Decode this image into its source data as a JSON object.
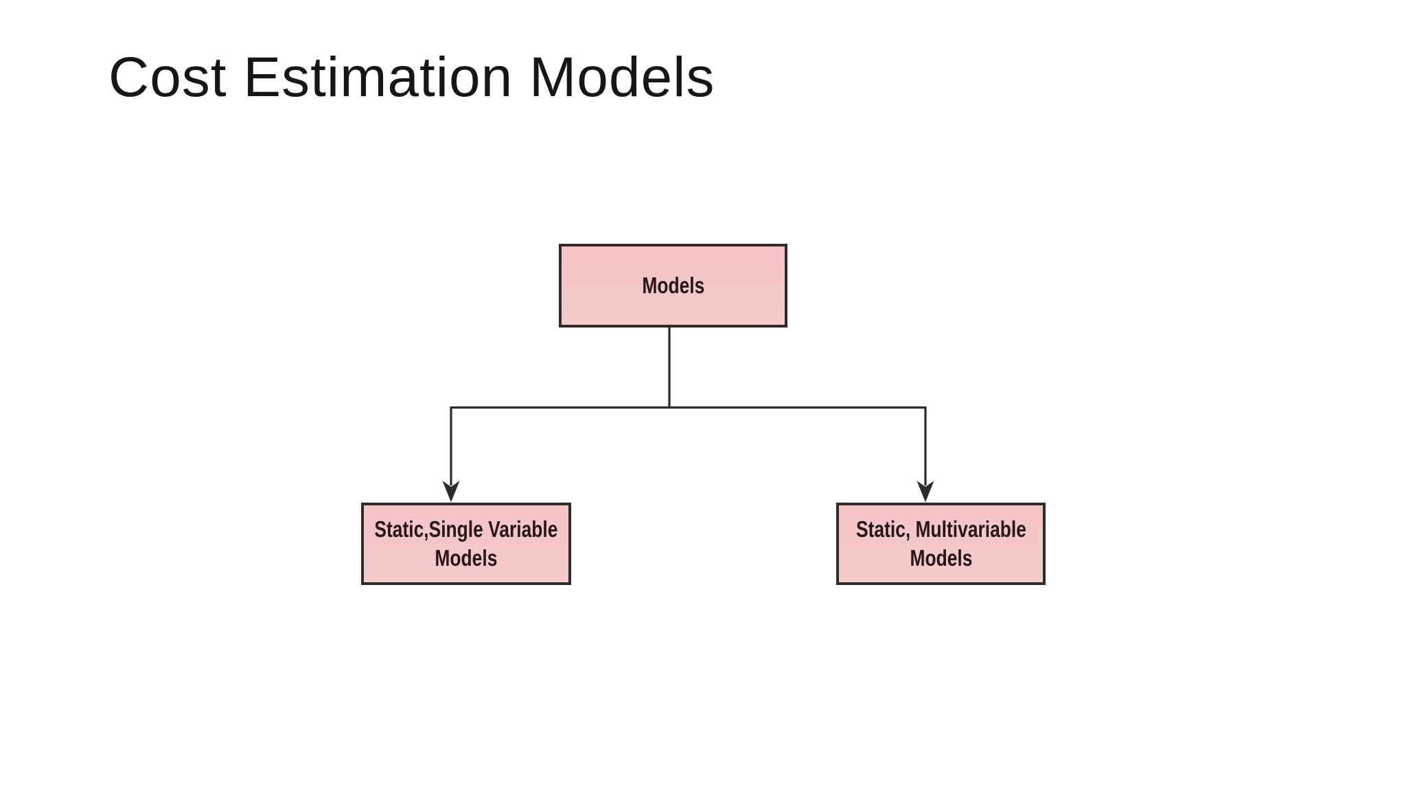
{
  "slide": {
    "title": "Cost Estimation Models"
  },
  "diagram": {
    "type": "hierarchy-flowchart",
    "root": {
      "label": "Models"
    },
    "children": [
      {
        "line1": "Static,Single Variable",
        "line2": "Models"
      },
      {
        "line1": "Static, Multivariable",
        "line2": "Models"
      }
    ]
  },
  "theme": {
    "background": "#ffffff",
    "title-color": "#161616",
    "node-fill": "#f4c7c8",
    "node-border": "#302a2a",
    "node-text": "#241619",
    "connector": "#2b2b2b"
  }
}
